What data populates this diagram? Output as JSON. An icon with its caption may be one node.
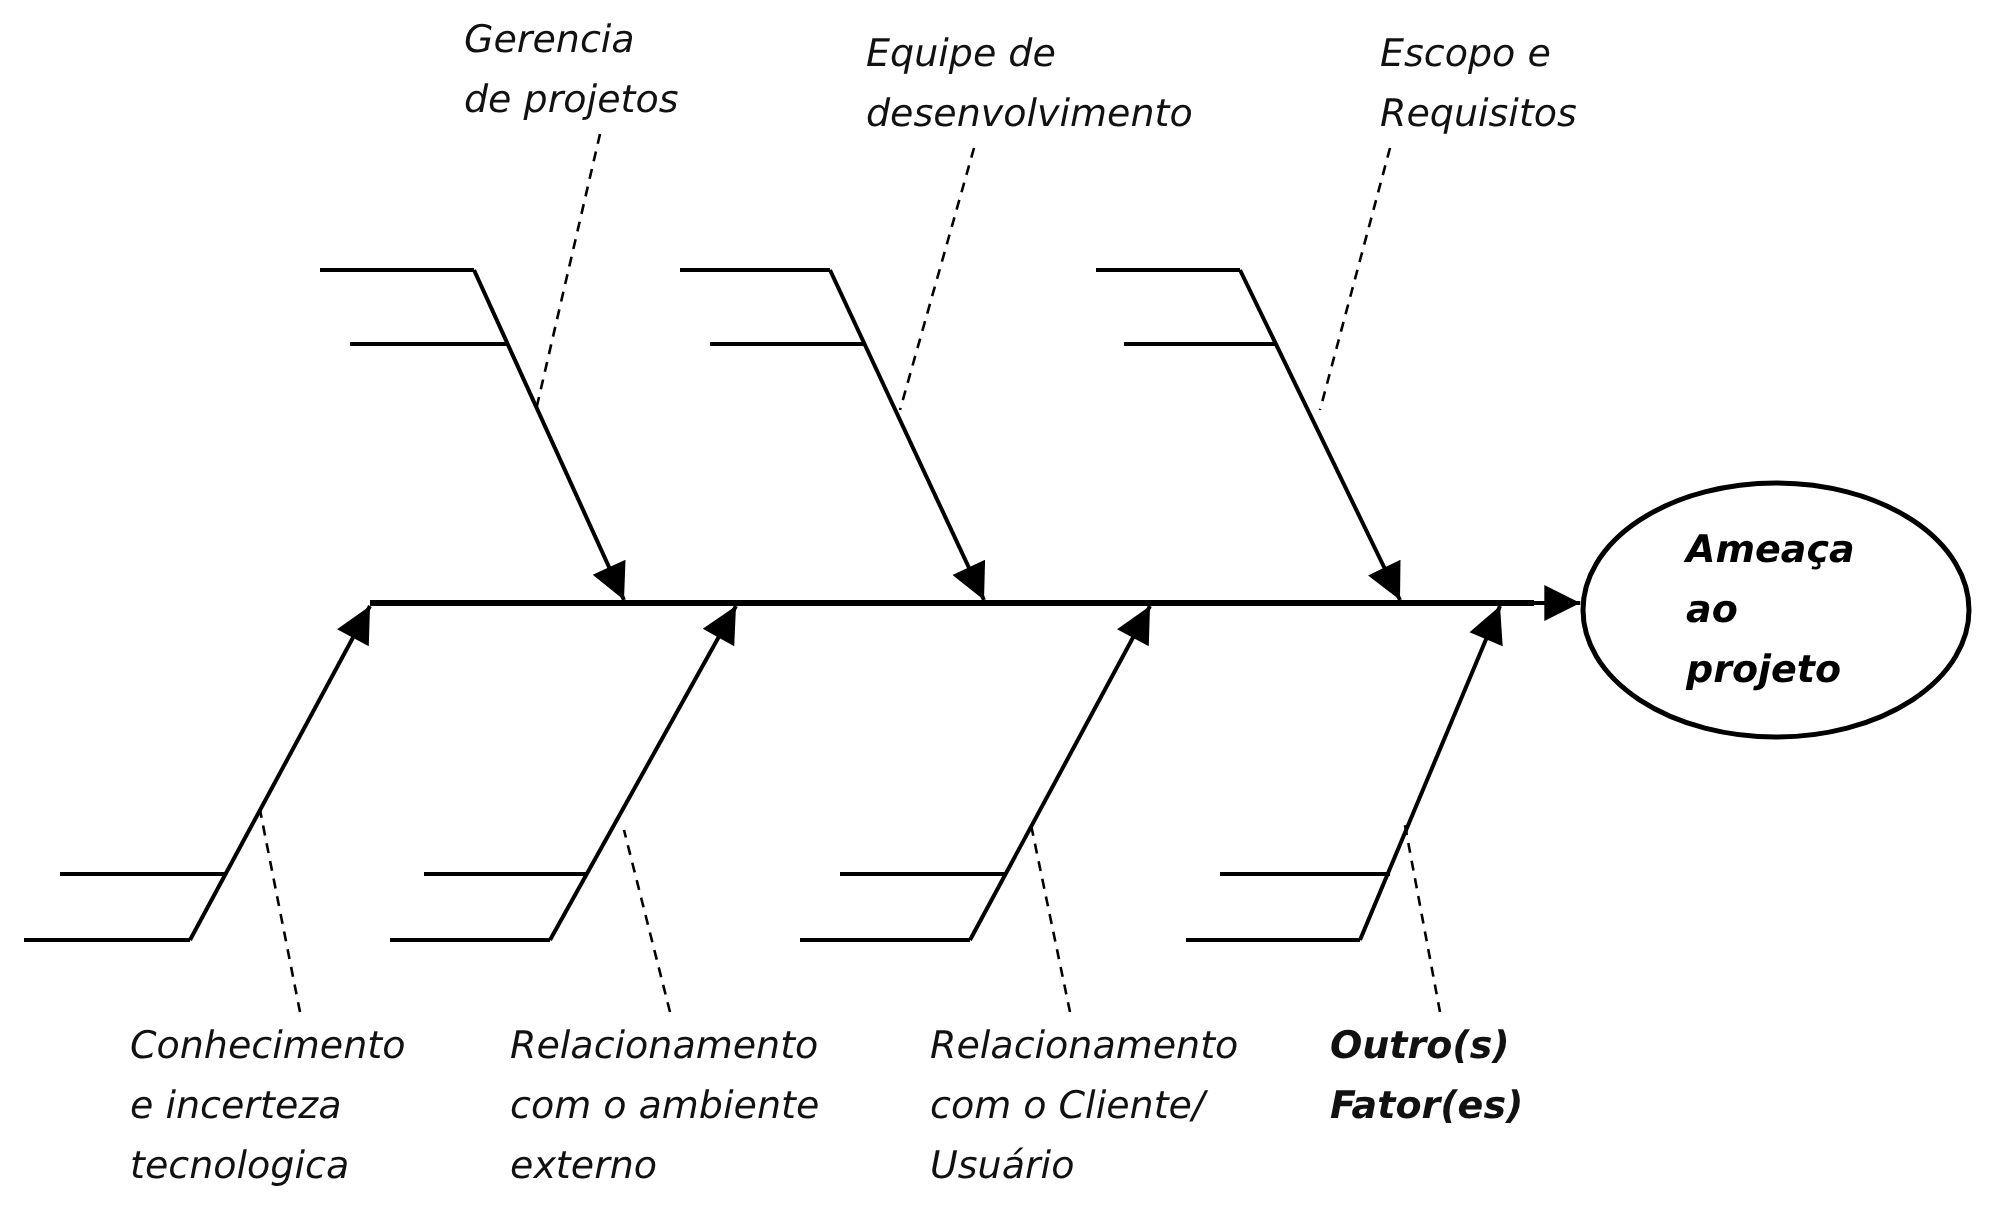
{
  "diagram": {
    "nodes": [
      {
        "text": [
          "Ameaça ao projeto"
        ]
      },
      {
        "text": [
          "Gerencia de projetos"
        ]
      },
      {
        "text": [
          "Equipe de desenvolvimento"
        ]
      },
      {
        "text": [
          "Escopo e Requisitos"
        ]
      },
      {
        "text": [
          "Conhecimento e incerteza tecnologica"
        ]
      },
      {
        "text": [
          "Relacionamento com o ambiente externo"
        ]
      },
      {
        "text": [
          "Relacionamento com o Cliente/ Usuário"
        ]
      },
      {
        "text": [
          "Outro(s) Fator(es)"
        ]
      },
      {
        "text": [],
        "shape": "bar"
      }
    ],
    "edges": [
      {
        "from": null,
        "to": 8,
        "arrow": "to"
      },
      {
        "from": null,
        "to": 8,
        "arrow": "to"
      },
      {
        "from": null,
        "to": 8,
        "arrow": "to"
      },
      {
        "from": null,
        "to": 8,
        "arrow": "to"
      },
      {
        "from": null,
        "to": 8,
        "arrow": "to"
      },
      {
        "from": null,
        "to": 8,
        "arrow": "to"
      },
      {
        "from": null,
        "to": 8,
        "arrow": "to"
      },
      {
        "from": 8,
        "to": 0,
        "arrow": "to"
      },
      {
        "from": 1,
        "to": null,
        "arrow": "none",
        "style": "dashed"
      },
      {
        "from": 2,
        "to": null,
        "arrow": "none",
        "style": "dashed"
      },
      {
        "from": 3,
        "to": null,
        "arrow": "none",
        "style": "dashed"
      },
      {
        "from": 4,
        "to": null,
        "arrow": "none",
        "style": "dashed"
      },
      {
        "from": 5,
        "to": null,
        "arrow": "none",
        "style": "dashed"
      },
      {
        "from": 6,
        "to": null,
        "arrow": "none",
        "style": "dashed"
      },
      {
        "from": 7,
        "to": null,
        "arrow": "none",
        "style": "dashed"
      }
    ]
  }
}
